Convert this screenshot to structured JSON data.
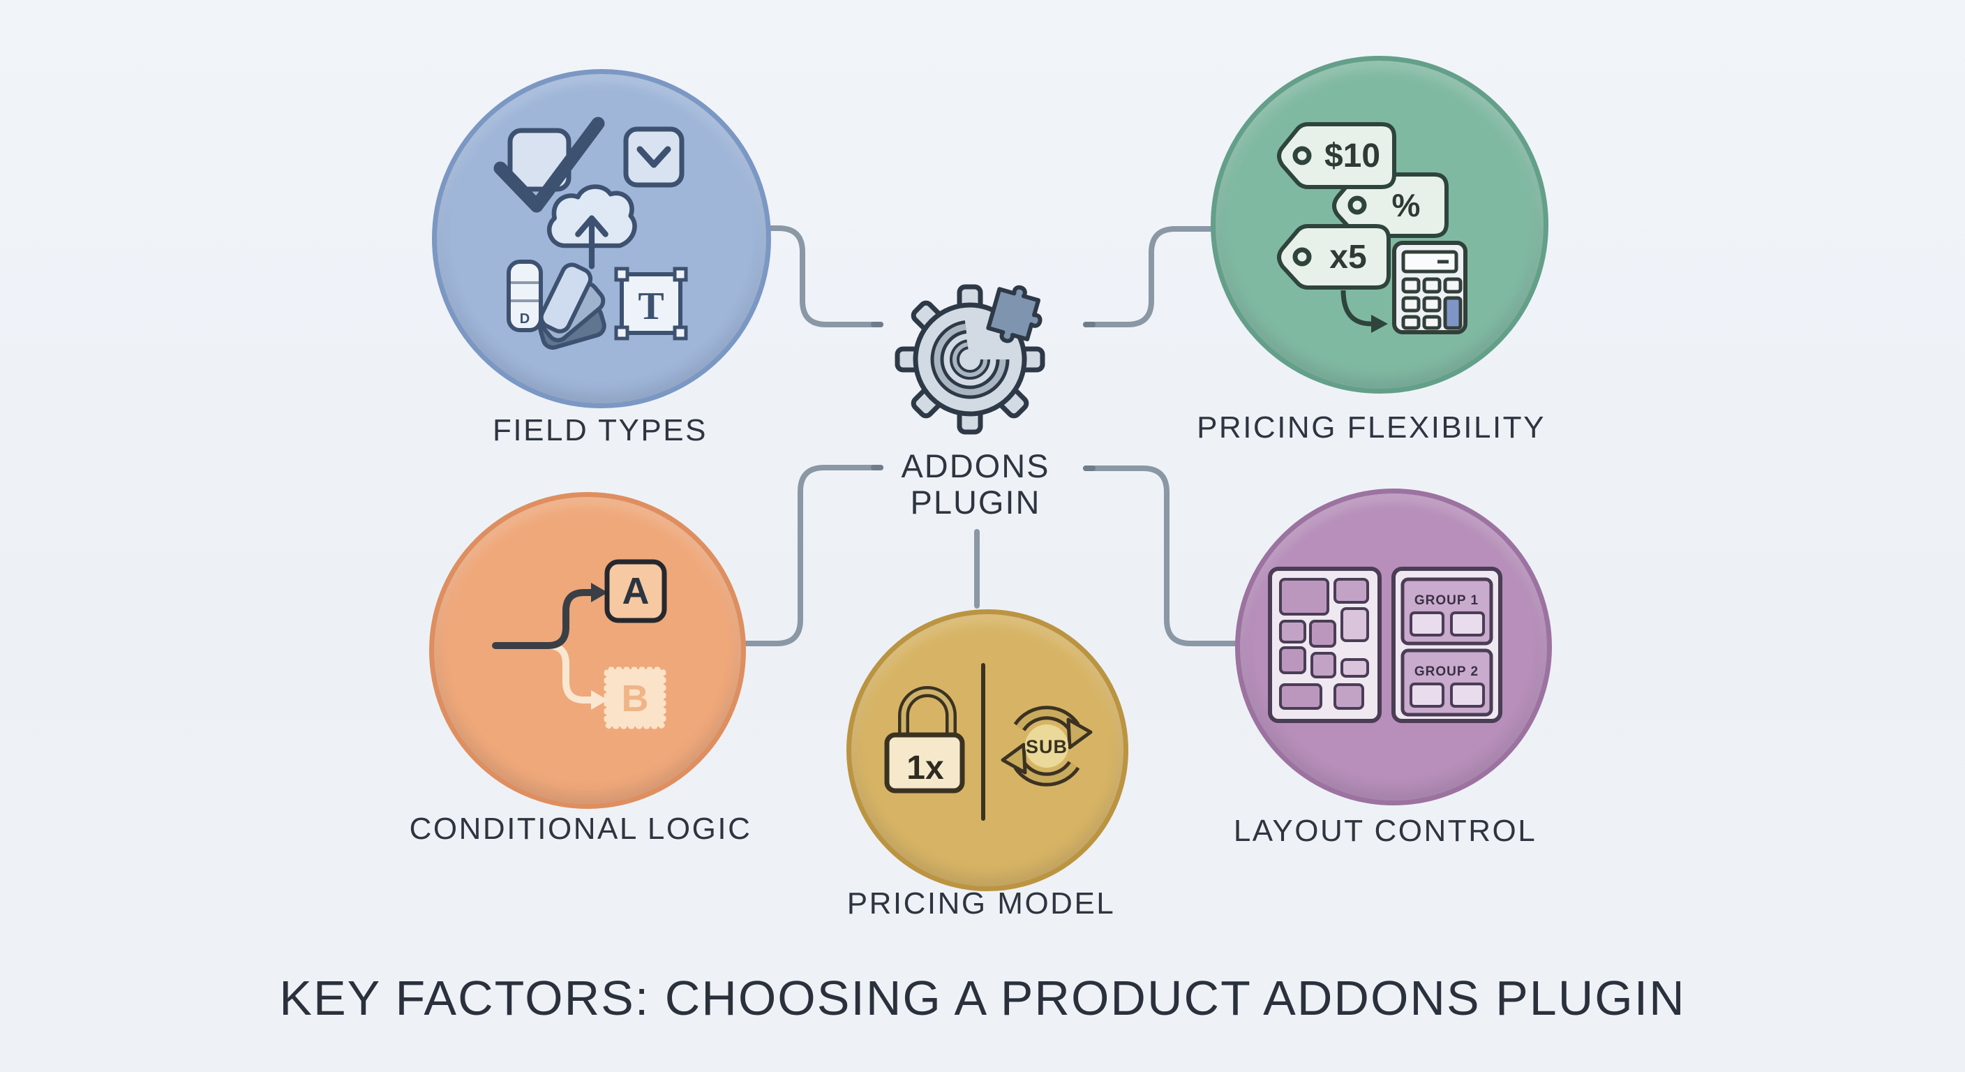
{
  "title": "KEY FACTORS: CHOOSING A PRODUCT ADDONS PLUGIN",
  "center": {
    "line1": "ADDONS",
    "line2": "PLUGIN",
    "icon": "gear-puzzle-icon"
  },
  "nodes": {
    "field_types": {
      "label": "FIELD TYPES",
      "fill": "#9fb6d9",
      "border": "#7b97c3",
      "text_glyph": "T",
      "swatch_glyph": "D",
      "icons": [
        "checkbox-icon",
        "dropdown-icon",
        "cloud-upload-icon",
        "color-swatches-icon",
        "text-frame-icon"
      ]
    },
    "pricing_flexibility": {
      "label": "PRICING FLEXIBILITY",
      "fill": "#80b9a2",
      "border": "#639f89",
      "tags": [
        "$10",
        "%",
        "x5"
      ],
      "icons": [
        "price-tag-icon",
        "calculator-icon"
      ]
    },
    "conditional_logic": {
      "label": "CONDITIONAL LOGIC",
      "fill": "#efa87a",
      "border": "#de8e5f",
      "branch_a": "A",
      "branch_b": "B"
    },
    "layout_control": {
      "label": "LAYOUT CONTROL",
      "fill": "#b78fba",
      "border": "#9c72a0",
      "group1": "GROUP 1",
      "group2": "GROUP 2"
    },
    "pricing_model": {
      "label": "PRICING MODEL",
      "fill": "#d7b465",
      "border": "#bb9441",
      "one_time": "1x",
      "subscription": "SUB"
    }
  },
  "theme": {
    "bg": "#eef1f6",
    "text": "#2e3540",
    "connector": "#8a97a5",
    "calculator_accent": "#8095c7",
    "stroke_dark": "#2e3947"
  }
}
